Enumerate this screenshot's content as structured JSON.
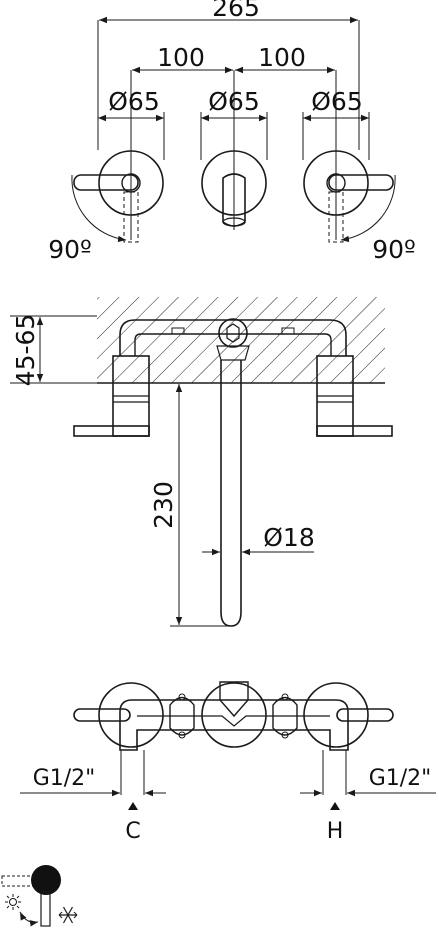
{
  "front_view": {
    "overall_width": "265",
    "spacing_left": "100",
    "spacing_right": "100",
    "diameter_left": "Ø65",
    "diameter_center": "Ø65",
    "diameter_right": "Ø65",
    "rotation_left": "90º",
    "rotation_right": "90º"
  },
  "side_view": {
    "wall_depth": "45-65",
    "spout_length": "230",
    "spout_diameter": "Ø18"
  },
  "top_view": {
    "connection_left": "G1/2\"",
    "connection_right": "G1/2\"",
    "cold_marker": "C",
    "hot_marker": "H"
  },
  "legend": {
    "hot_icon": "sun-icon",
    "cold_icon": "snowflake-icon"
  }
}
